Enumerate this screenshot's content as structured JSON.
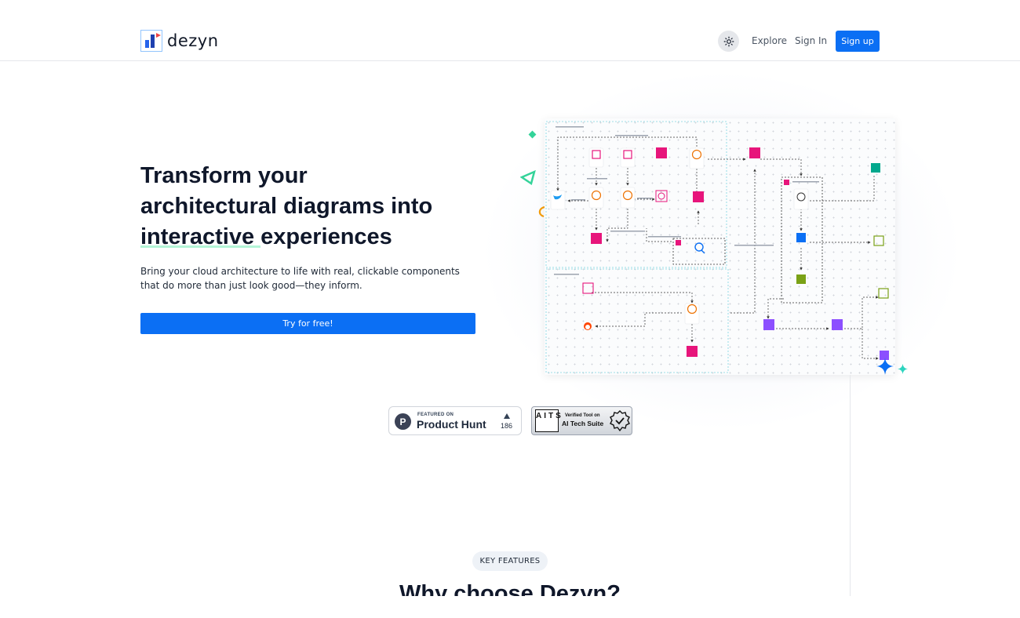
{
  "header": {
    "logo_text": "dezyn",
    "nav": {
      "explore": "Explore",
      "sign_in": "Sign In",
      "sign_up": "Sign up"
    },
    "theme_icon": "sun-icon"
  },
  "hero": {
    "title_line1": "Transform your",
    "title_line2": "architectural diagrams into",
    "title_highlight": "interactive ",
    "title_rest": "experiences",
    "subtitle": "Bring your cloud architecture to life with real, clickable components that do more than just look good—they inform.",
    "cta_label": "Try for free!"
  },
  "badges": {
    "product_hunt": {
      "featured_on": "FEATURED ON",
      "name": "Product Hunt",
      "count": "186"
    },
    "ai_tech_suite": {
      "logo": "AITS",
      "line1": "Verified Tool on",
      "line2": "AI Tech Suite"
    }
  },
  "features": {
    "pill": "KEY FEATURES",
    "title": "Why choose Dezyn?"
  },
  "colors": {
    "primary": "#0b6ff4",
    "highlight": "#a7f3d0",
    "aws_pink": "#e7157b",
    "aws_purple": "#8c4fff",
    "aws_orange": "#ed7100",
    "aws_green": "#7aa116"
  }
}
